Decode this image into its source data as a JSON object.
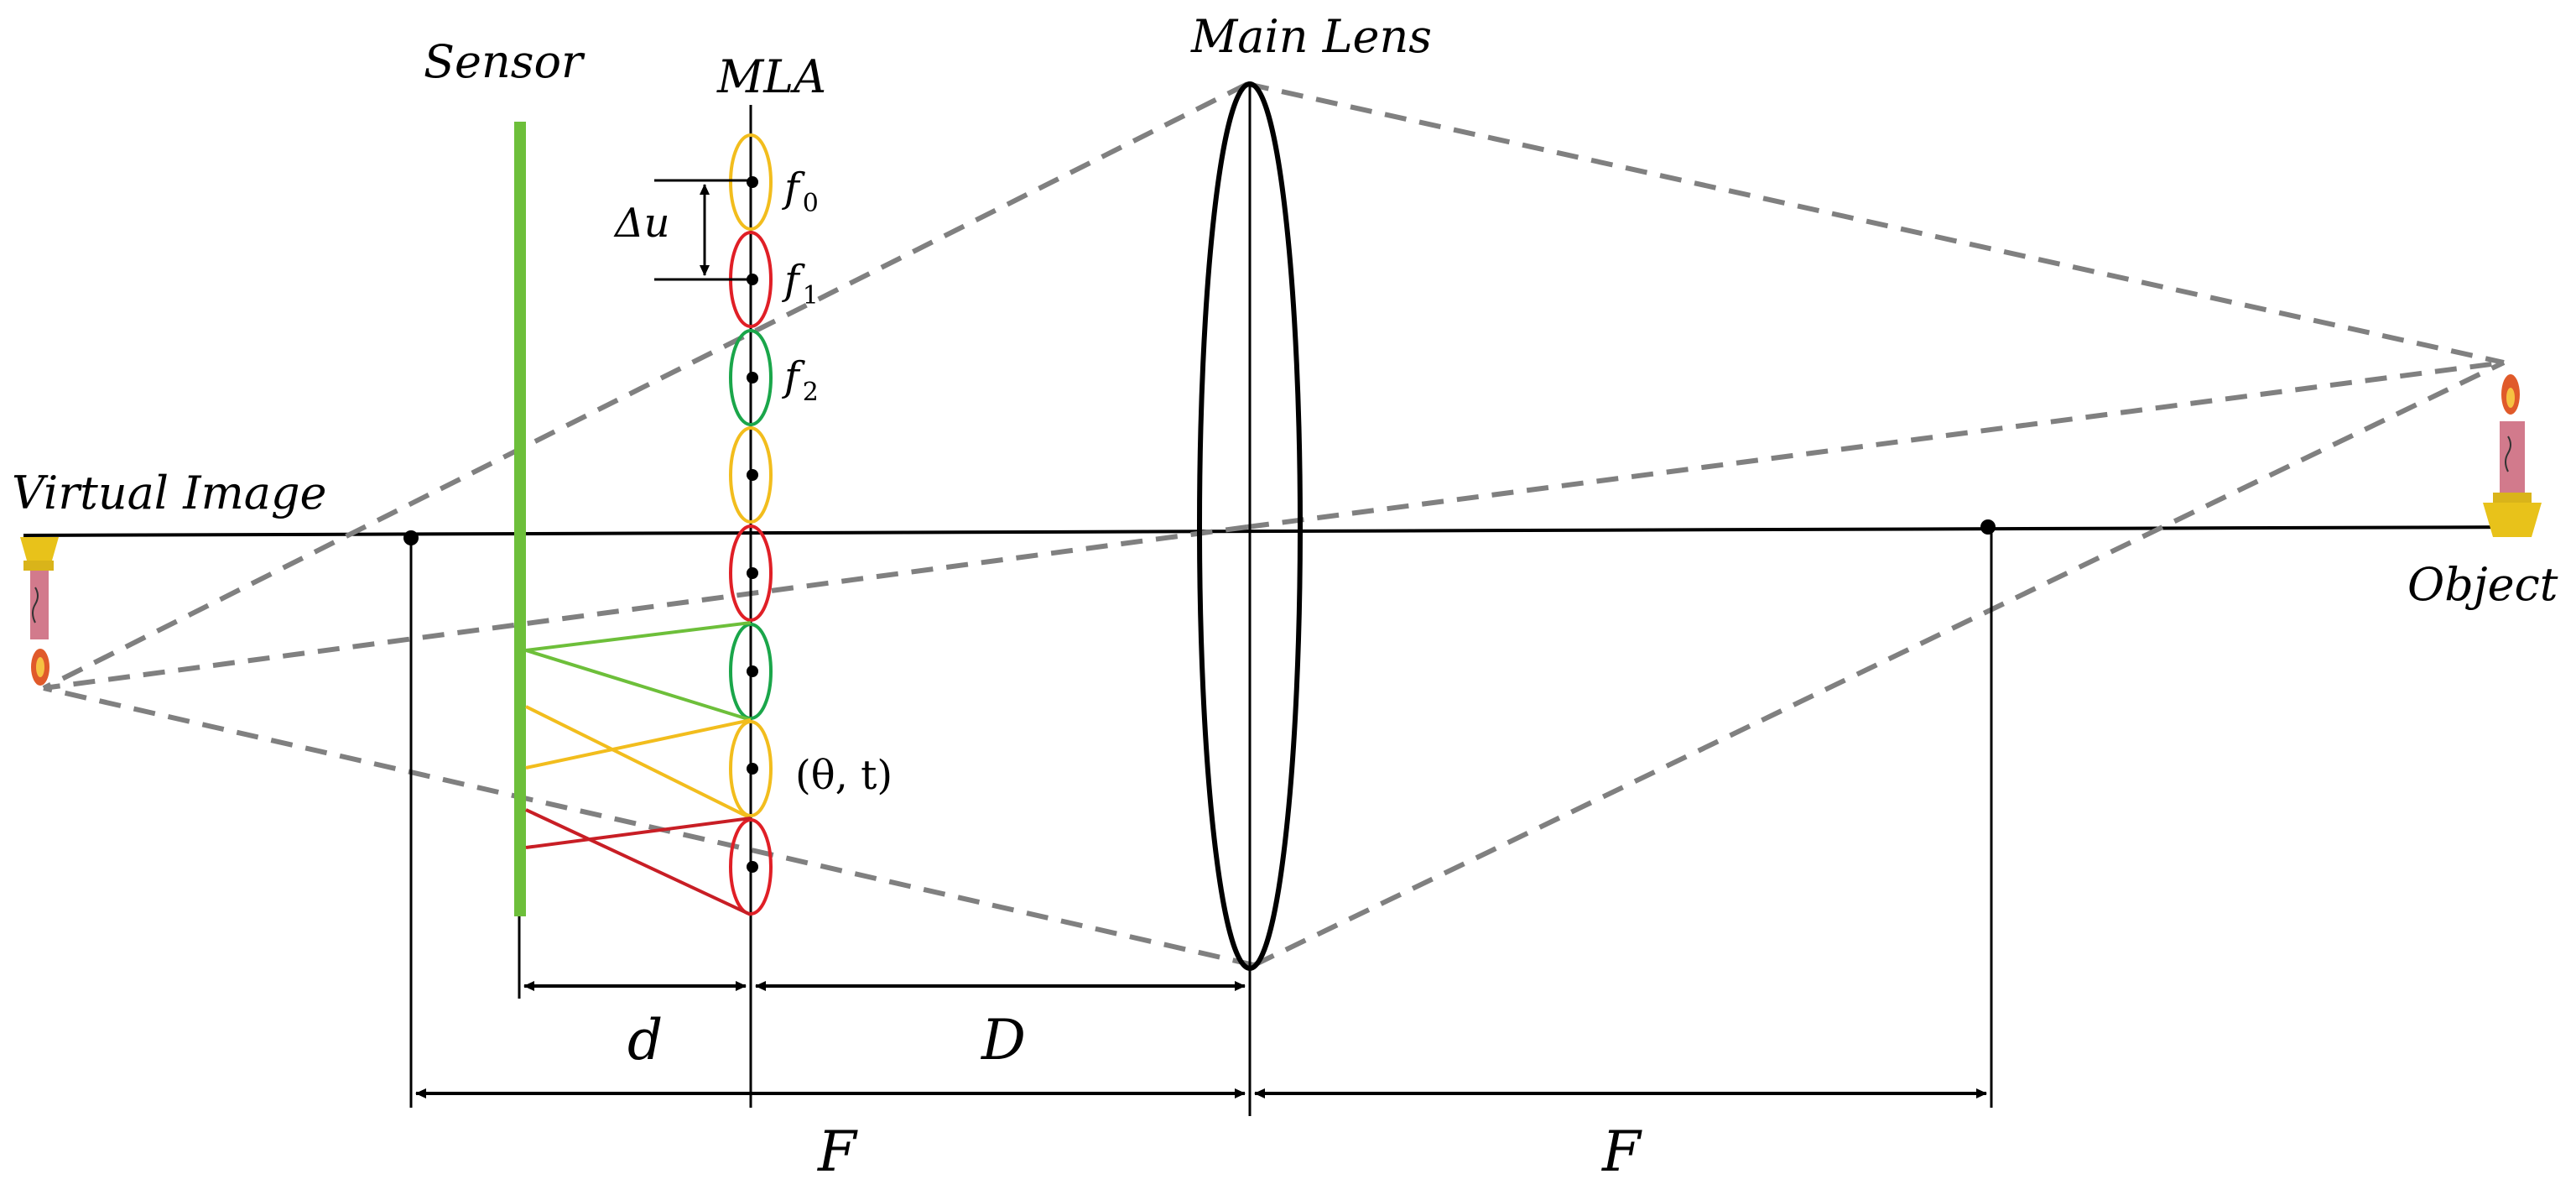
{
  "labels": {
    "sensor": "Sensor",
    "mla": "MLA",
    "main_lens": "Main Lens",
    "virtual_image": "Virtual Image",
    "object": "Object",
    "delta_u": "Δu",
    "f0": "f",
    "f0_sub": "0",
    "f1": "f",
    "f1_sub": "1",
    "f2": "f",
    "f2_sub": "2",
    "theta_t": "(θ, t)",
    "d": "d",
    "D": "D",
    "F_left": "F",
    "F_right": "F"
  },
  "colors": {
    "sensor": "#6dbf3a",
    "lenslet_yellow": "#f2bd1d",
    "lenslet_red": "#e01f26",
    "lenslet_green": "#1aa64a",
    "dashed_ray": "#808080",
    "candle_body": "#d27a8c",
    "candle_base": "#e8c21a"
  },
  "lenslets": [
    "yellow",
    "red",
    "green",
    "yellow",
    "red",
    "green",
    "yellow",
    "red"
  ]
}
